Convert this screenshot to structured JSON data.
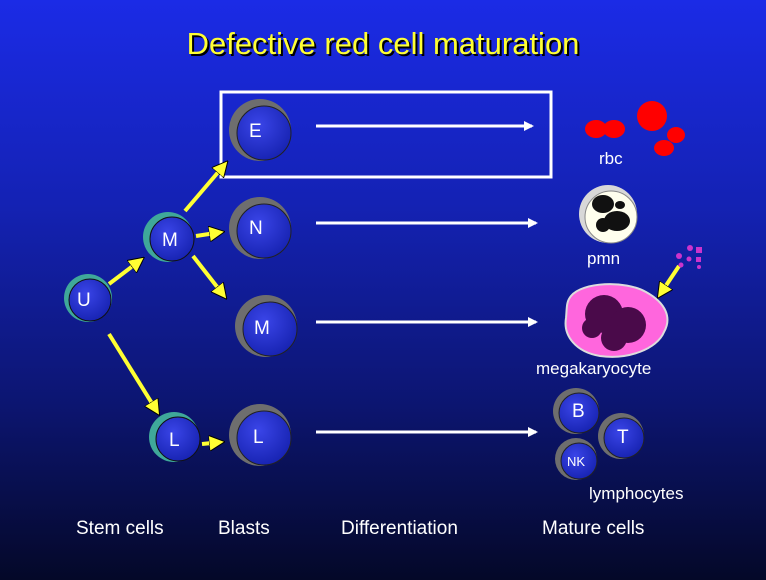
{
  "title": "Defective red cell maturation",
  "cells": {
    "stem_u": "U",
    "stem_m": "M",
    "stem_l": "L",
    "blast_e": "E",
    "blast_n": "N",
    "blast_m": "M",
    "blast_l": "L",
    "lymph_b": "B",
    "lymph_t": "T",
    "lymph_nk": "NK"
  },
  "labels": {
    "rbc": "rbc",
    "pmn": "pmn",
    "megakaryocyte": "megakaryocyte",
    "lymphocytes": "lymphocytes"
  },
  "footer": {
    "stem_cells": "Stem cells",
    "blasts": "Blasts",
    "differentiation": "Differentiation",
    "mature_cells": "Mature cells"
  },
  "colors": {
    "title": "#ffff33",
    "arrow_yellow": "#ffff33",
    "arrow_white": "#ffffff",
    "highlight_box": "#ffffff",
    "rbc": "#ff0000",
    "megakaryocyte_cytoplasm": "#ff66dd",
    "megakaryocyte_nucleus": "#4a0a4a",
    "platelets": "#cc33cc"
  }
}
